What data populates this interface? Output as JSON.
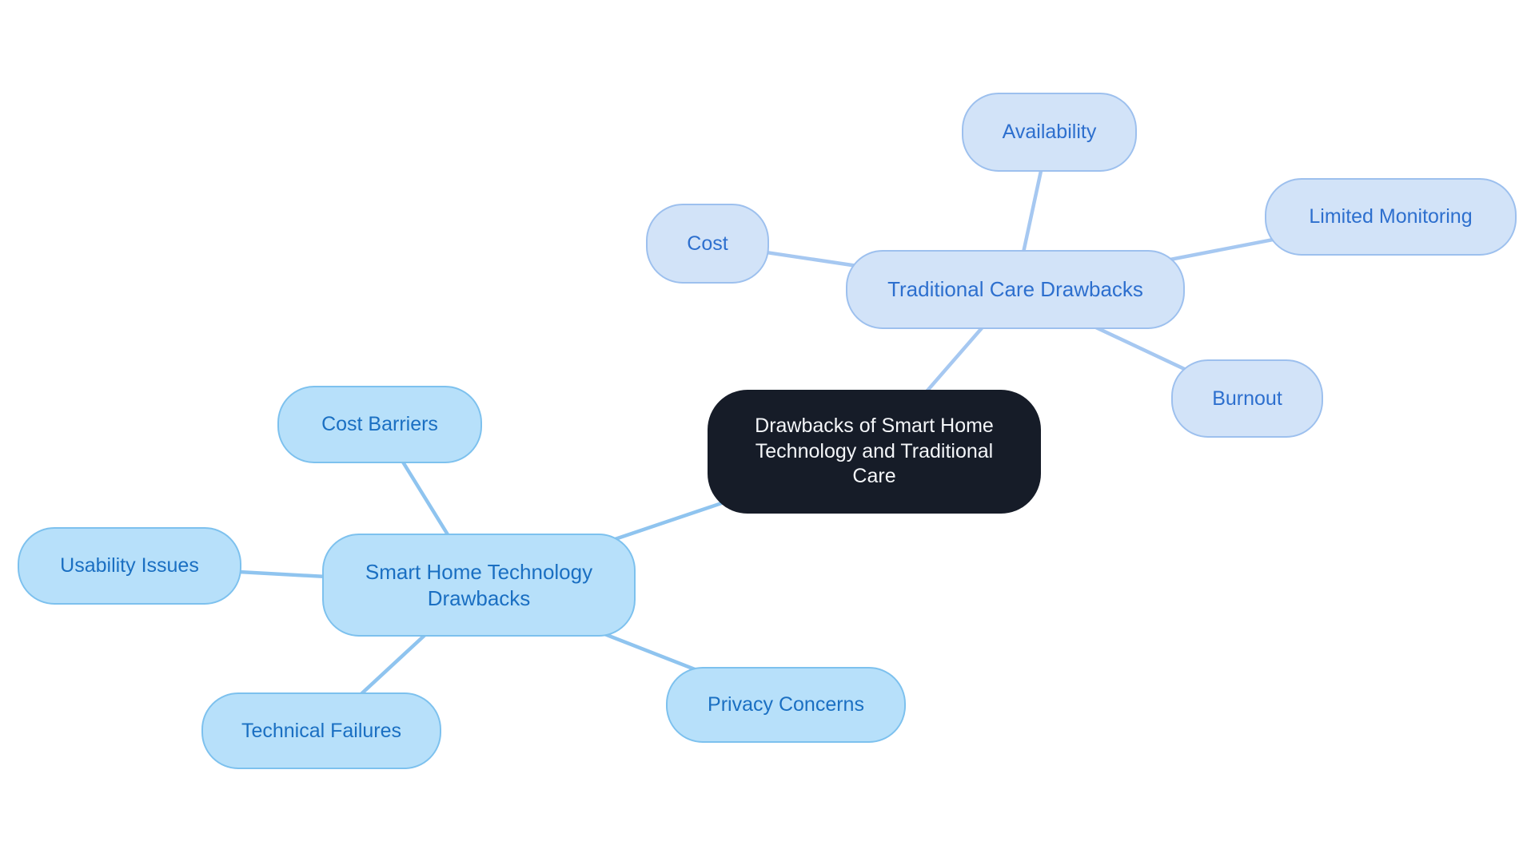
{
  "canvas": {
    "background": "#ffffff"
  },
  "colors": {
    "root_bg": "#161c28",
    "root_text": "#f4f6f9",
    "branch1_fill": "#d2e3f8",
    "branch1_border": "#9dc0ee",
    "branch1_text": "#2d6fce",
    "branch1_edge": "#a6c8f1",
    "branch2_fill": "#b7e0fa",
    "branch2_border": "#7dc1ee",
    "branch2_text": "#1a6fc2",
    "branch2_edge": "#8fc4ef"
  },
  "mindmap": {
    "root": {
      "label": "Drawbacks of Smart Home Technology and Traditional Care"
    },
    "branches": [
      {
        "label": "Traditional Care Drawbacks",
        "children": [
          {
            "label": "Availability"
          },
          {
            "label": "Cost"
          },
          {
            "label": "Limited Monitoring"
          },
          {
            "label": "Burnout"
          }
        ]
      },
      {
        "label": "Smart Home Technology Drawbacks",
        "children": [
          {
            "label": "Cost Barriers"
          },
          {
            "label": "Usability Issues"
          },
          {
            "label": "Technical Failures"
          },
          {
            "label": "Privacy Concerns"
          }
        ]
      }
    ]
  }
}
